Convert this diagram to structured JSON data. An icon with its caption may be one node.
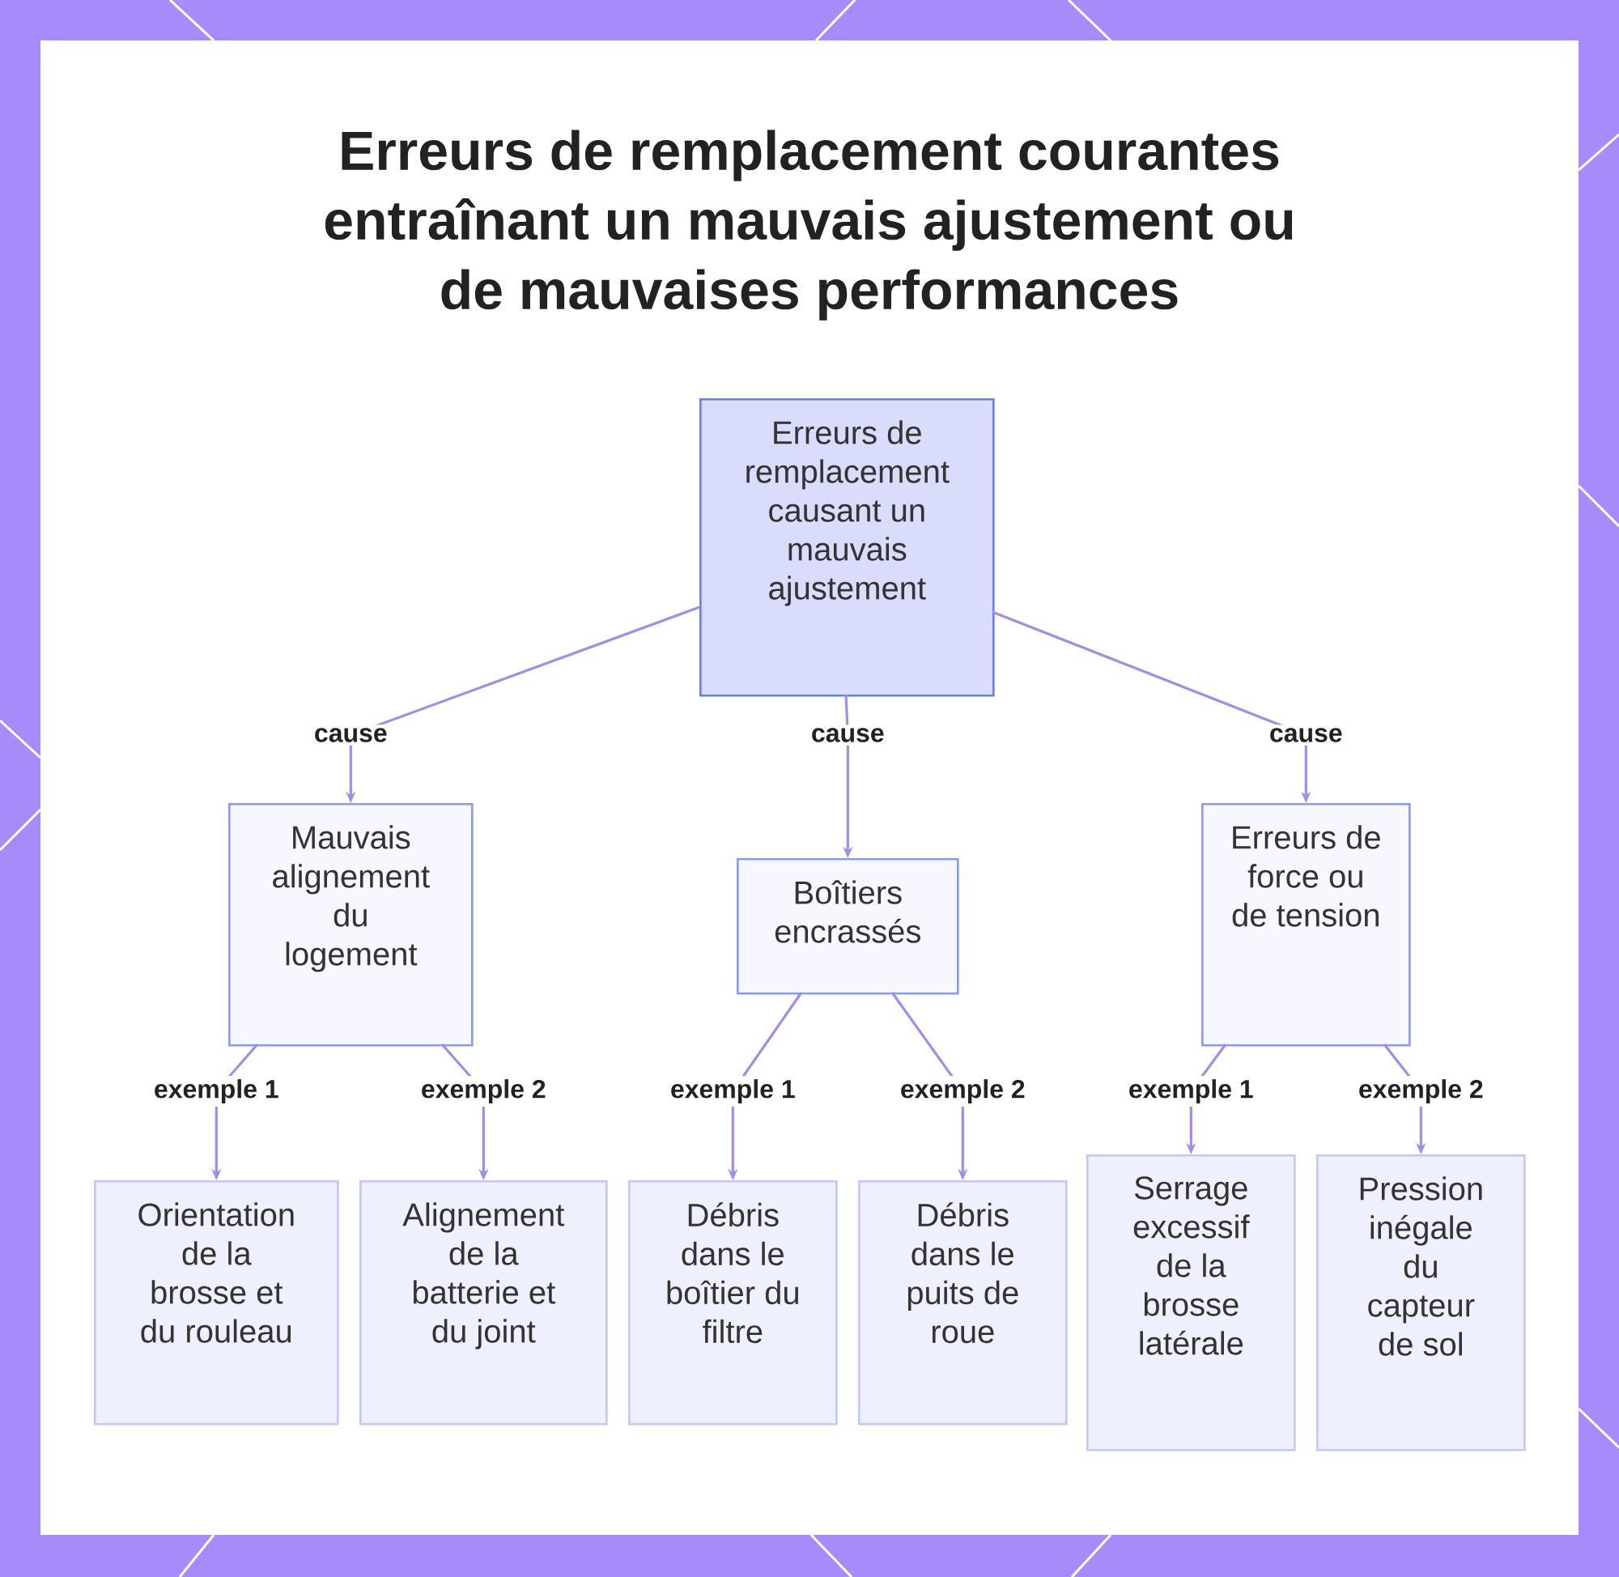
{
  "diagram": {
    "title": "Erreurs de remplacement courantes entraînant un mauvais ajustement ou de mauvaises performances",
    "nodes": [
      {
        "text": [
          "Erreurs de remplacement causant un mauvais ajustement"
        ]
      },
      {
        "text": [
          "Mauvais alignement du logement"
        ]
      },
      {
        "text": [
          "Boîtiers encrassés"
        ]
      },
      {
        "text": [
          "Erreurs de force ou de tension"
        ]
      },
      {
        "text": [
          "Orientation de la brosse et du rouleau"
        ]
      },
      {
        "text": [
          "Alignement de la batterie et du joint"
        ]
      },
      {
        "text": [
          "Débris dans le boîtier du filtre"
        ]
      },
      {
        "text": [
          "Débris dans le puits de roue"
        ]
      },
      {
        "text": [
          "Serrage excessif de la brosse latérale"
        ]
      },
      {
        "text": [
          "Pression inégale du capteur de sol"
        ]
      }
    ],
    "edges": [
      {
        "from": 0,
        "to": 1,
        "label": "cause",
        "arrow": "to"
      },
      {
        "from": 0,
        "to": 2,
        "label": "cause",
        "arrow": "to"
      },
      {
        "from": 0,
        "to": 3,
        "label": "cause",
        "arrow": "to"
      },
      {
        "from": 1,
        "to": 4,
        "label": "exemple 1",
        "arrow": "to"
      },
      {
        "from": 1,
        "to": 5,
        "label": "exemple 2",
        "arrow": "to"
      },
      {
        "from": 2,
        "to": 6,
        "label": "exemple 1",
        "arrow": "to"
      },
      {
        "from": 2,
        "to": 7,
        "label": "exemple 2",
        "arrow": "to"
      },
      {
        "from": 3,
        "to": 8,
        "label": "exemple 1",
        "arrow": "to"
      },
      {
        "from": 3,
        "to": 9,
        "label": "exemple 2",
        "arrow": "to"
      }
    ]
  }
}
